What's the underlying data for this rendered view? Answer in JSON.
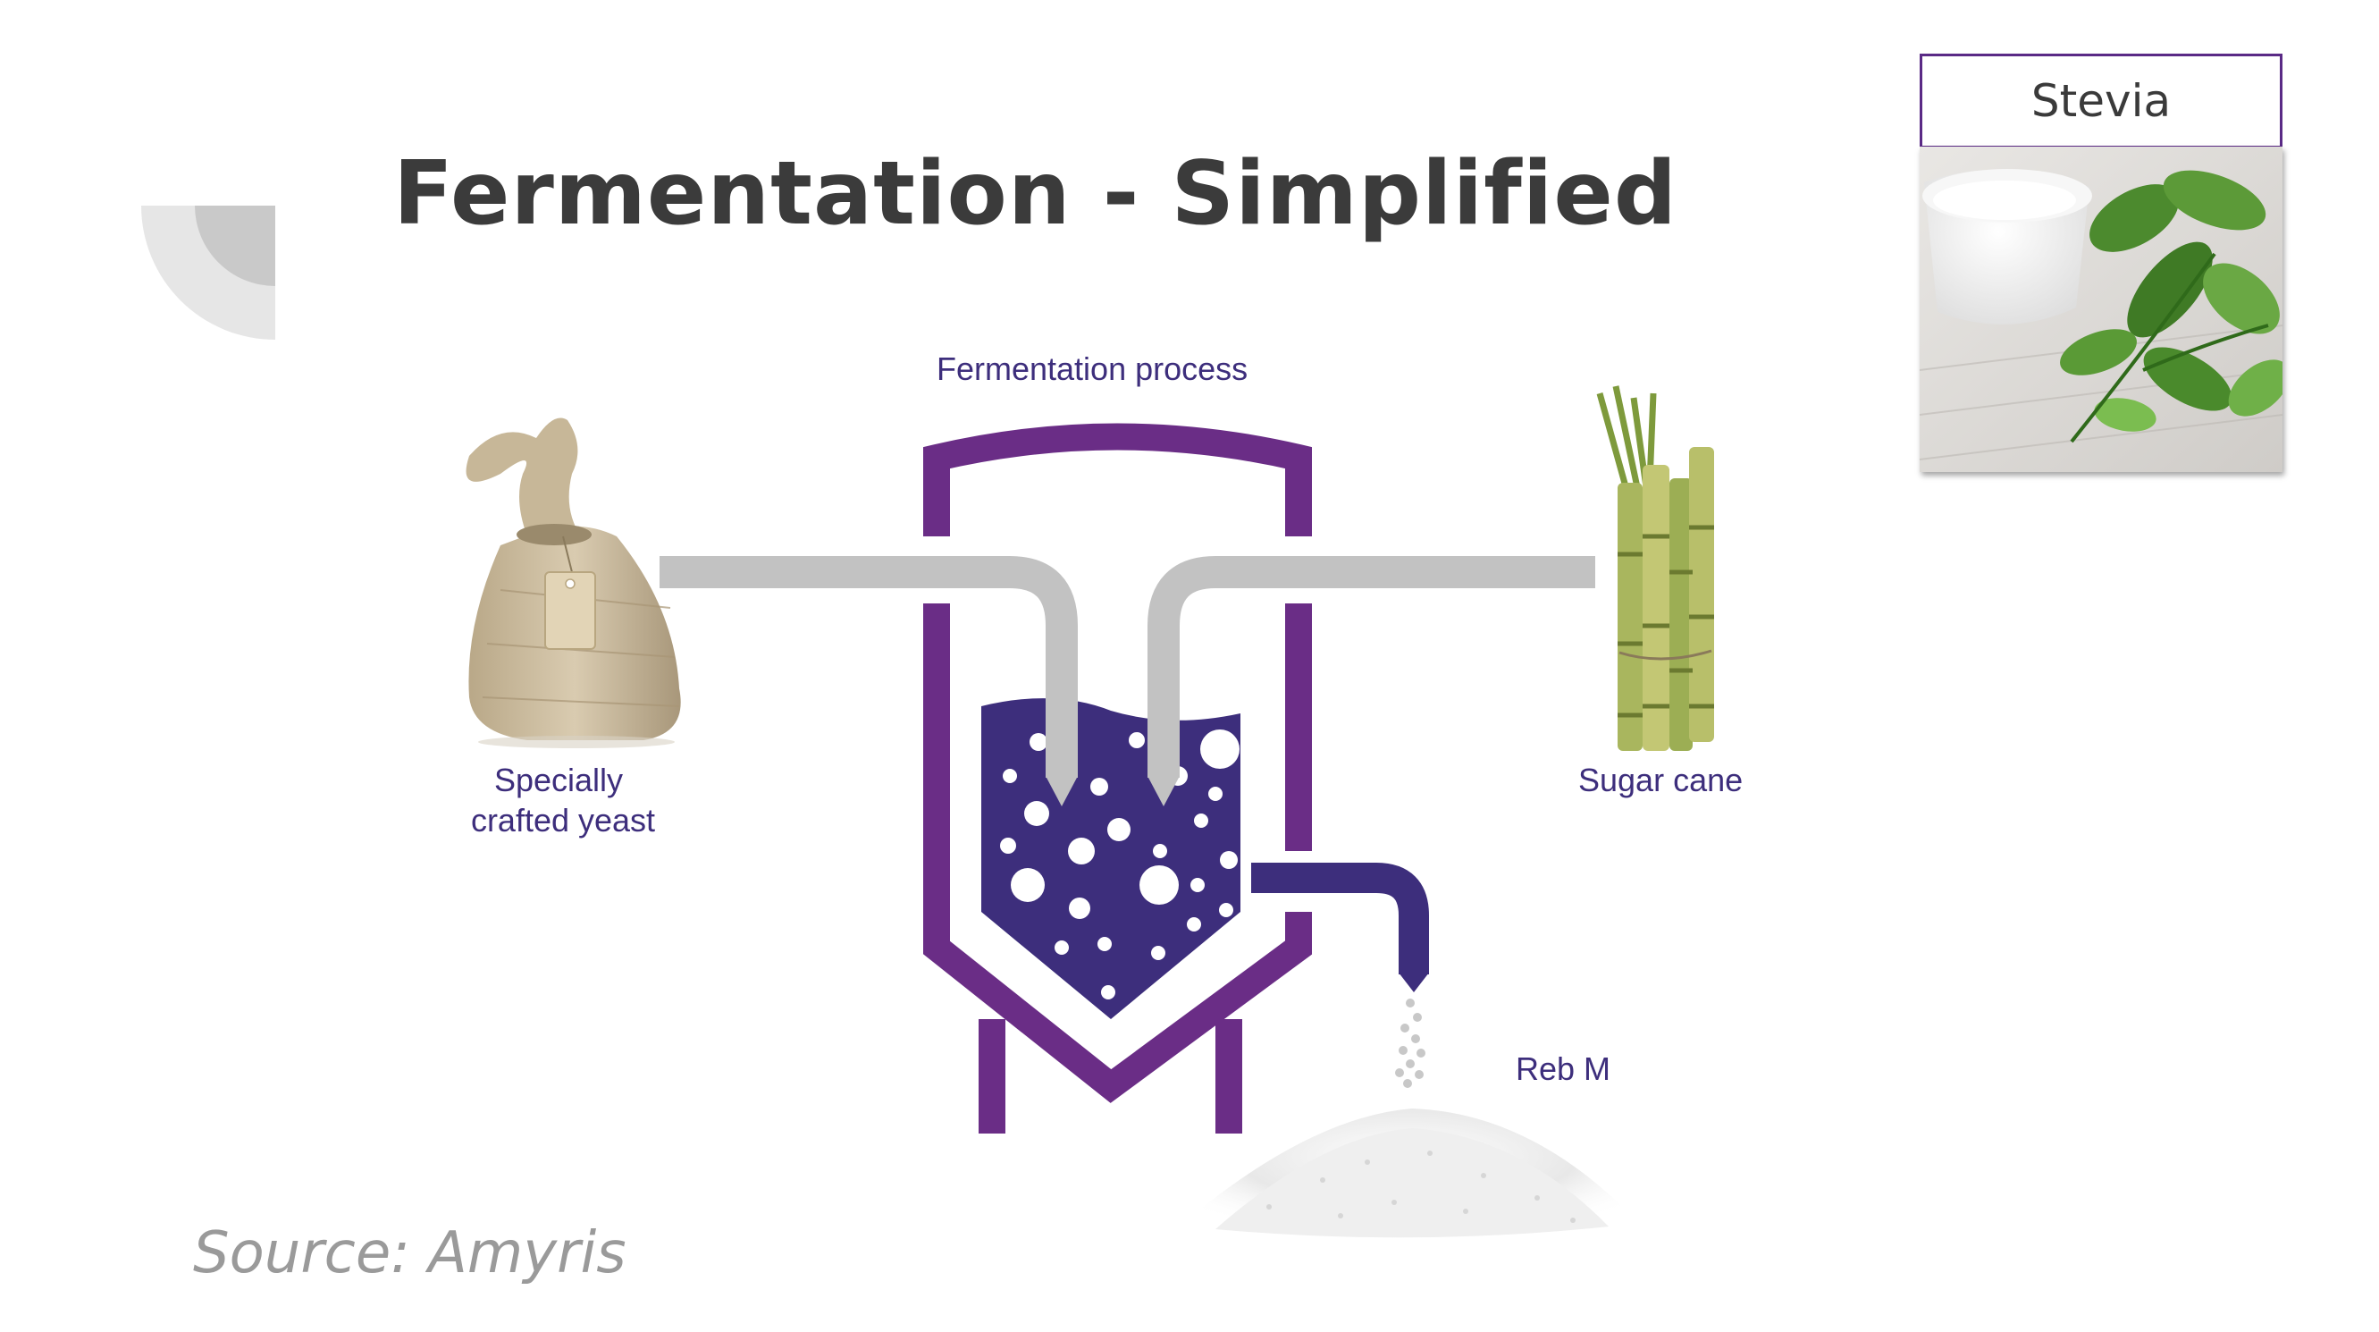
{
  "slide": {
    "title": "Fermentation - Simplified",
    "source": "Source:  Amyris"
  },
  "stevia_card": {
    "label": "Stevia"
  },
  "diagram": {
    "process_label": "Fermentation process",
    "yeast_label_line1": "Specially",
    "yeast_label_line2": "crafted  yeast",
    "sugar_cane_label": "Sugar cane",
    "product_label": "Reb M"
  },
  "colors": {
    "title": "#3b3b3b",
    "vessel_purple": "#6a2d86",
    "liquid_navy": "#3d2e7c",
    "pipe_grey": "#c2c2c2",
    "card_border": "#5a2a86",
    "source_text": "#9a9a9a"
  }
}
